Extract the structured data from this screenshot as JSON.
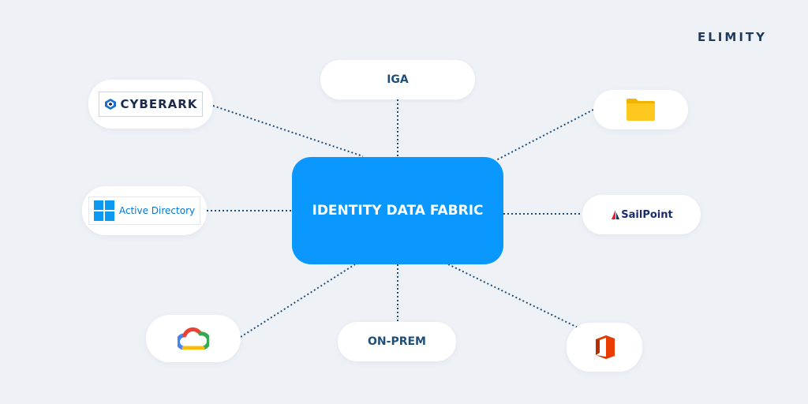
{
  "brand": "ELIMITY",
  "center": {
    "label": "IDENTITY DATA FABRIC"
  },
  "nodes": {
    "iga": "IGA",
    "on_prem": "ON-PREM",
    "cyberark_logo": "CYBERARK",
    "active_directory_logo": "Active Directory",
    "sailpoint_logo": "SailPoint"
  },
  "colors": {
    "background": "#eef2f7",
    "center": "#0a98ff",
    "connector": "#1e4f7a"
  }
}
